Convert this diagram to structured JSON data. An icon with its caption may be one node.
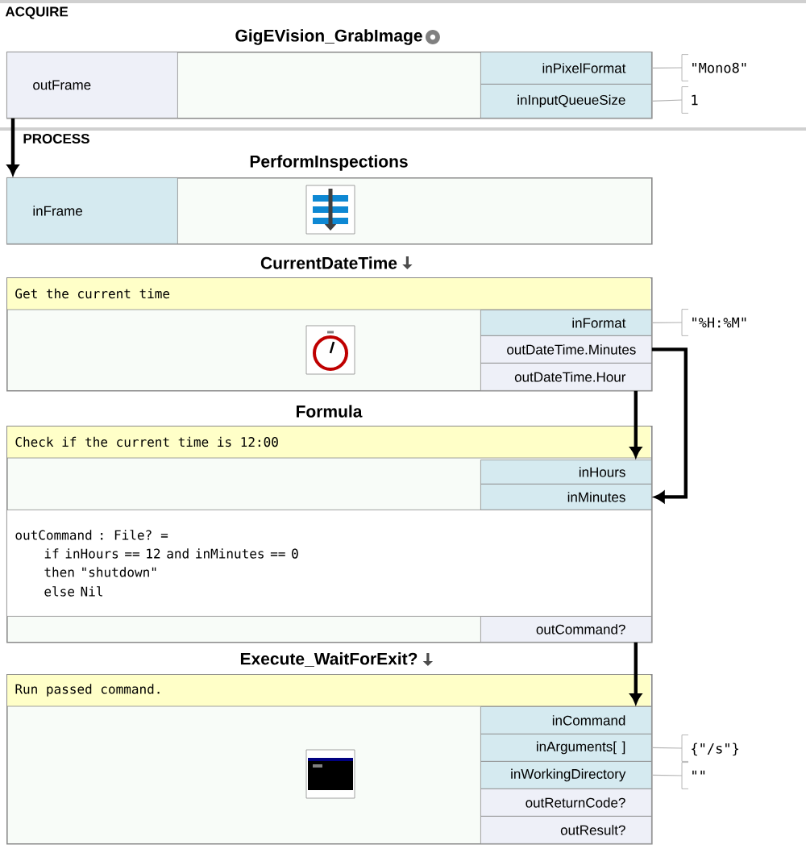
{
  "diagram": {
    "nodes": [
      {
        "text": [
          "GigEVision_GrabImage"
        ]
      },
      {
        "text": [
          "outFrame"
        ],
        "in": 0
      },
      {
        "text": [
          "inPixelFormat"
        ],
        "in": 0
      },
      {
        "text": [
          "inInputQueueSize"
        ],
        "in": 0
      },
      {
        "text": [
          "PerformInspections"
        ]
      },
      {
        "text": [
          "inFrame"
        ],
        "in": 4
      },
      {
        "text": [
          "CurrentDateTime",
          "Get the current time"
        ]
      },
      {
        "text": [
          "inFormat"
        ],
        "in": 6
      },
      {
        "text": [
          "outDateTime.Minutes"
        ],
        "in": 6
      },
      {
        "text": [
          "outDateTime.Hour"
        ],
        "in": 6
      },
      {
        "text": [
          "Formula",
          "Check if the current time is 12:00"
        ]
      },
      {
        "text": [
          "inHours"
        ],
        "in": 10
      },
      {
        "text": [
          "inMinutes"
        ],
        "in": 10
      },
      {
        "text": [
          "outCommand : File? =",
          "if inHours == 12 and inMinutes == 0",
          "then \"shutdown\"",
          "else Nil"
        ],
        "in": 10
      },
      {
        "text": [
          "outCommand?"
        ],
        "in": 10
      },
      {
        "text": [
          "Execute_WaitForExit?",
          "Run passed command."
        ]
      },
      {
        "text": [
          "inCommand"
        ],
        "in": 15
      },
      {
        "text": [
          "inArguments[ ]"
        ],
        "in": 15
      },
      {
        "text": [
          "inWorkingDirectory"
        ],
        "in": 15
      },
      {
        "text": [
          "outReturnCode?"
        ],
        "in": 15
      },
      {
        "text": [
          "outResult?"
        ],
        "in": 15
      },
      {
        "text": [
          "\"Mono8\""
        ]
      },
      {
        "text": [
          "1"
        ]
      },
      {
        "text": [
          "\"%H:%M\""
        ]
      },
      {
        "text": [
          "{\"/s\"}"
        ]
      },
      {
        "text": [
          "\"\""
        ]
      }
    ],
    "edges": [
      {
        "from": 1,
        "to": 5,
        "arrow": "to",
        "style": "thick",
        "color": "#000000"
      },
      {
        "from": 8,
        "to": 12,
        "arrow": "to",
        "style": "thick",
        "color": "#000000"
      },
      {
        "from": 9,
        "to": 11,
        "arrow": "to",
        "style": "thick",
        "color": "#000000"
      },
      {
        "from": 14,
        "to": 16,
        "arrow": "to",
        "style": "thick",
        "color": "#000000"
      },
      {
        "from": 2,
        "to": 21,
        "arrow": "none"
      },
      {
        "from": 3,
        "to": 22,
        "arrow": "none"
      },
      {
        "from": 7,
        "to": 23,
        "arrow": "none"
      },
      {
        "from": 17,
        "to": 24,
        "arrow": "none"
      },
      {
        "from": 18,
        "to": 25,
        "arrow": "none"
      }
    ],
    "labels": [
      "ACQUIRE",
      "PROCESS"
    ]
  }
}
